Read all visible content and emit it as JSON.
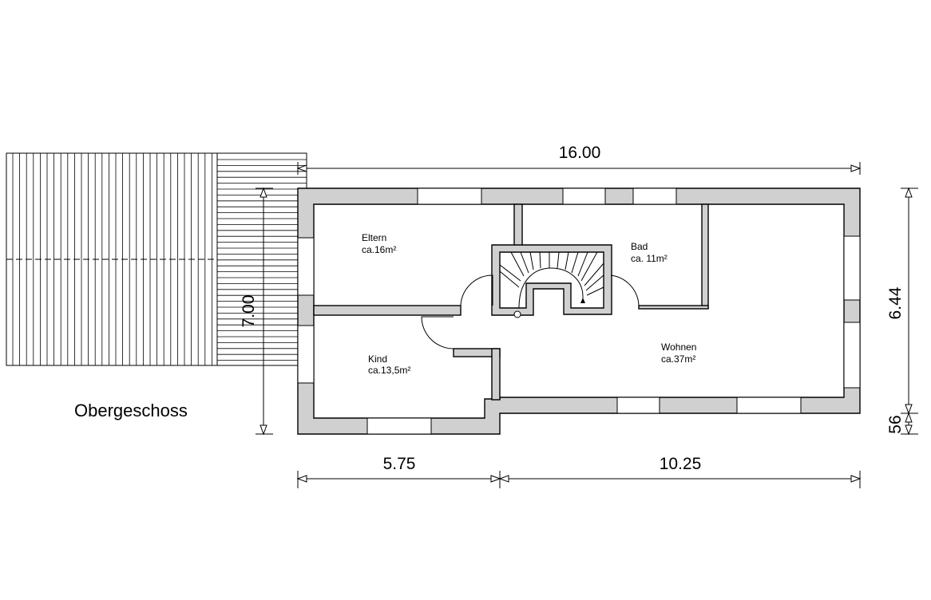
{
  "floor_label": "Obergeschoss",
  "dimensions": {
    "top_total": "16.00",
    "bottom_left": "5.75",
    "bottom_right": "10.25",
    "right_main": "6.44",
    "right_small": "56",
    "left_vertical": "7.00"
  },
  "rooms": [
    {
      "name": "Eltern",
      "area": "ca.16m²"
    },
    {
      "name": "Bad",
      "area": "ca. 11m²"
    },
    {
      "name": "Kind",
      "area": "ca.13,5m²"
    },
    {
      "name": "Wohnen",
      "area": "ca.37m²"
    }
  ]
}
